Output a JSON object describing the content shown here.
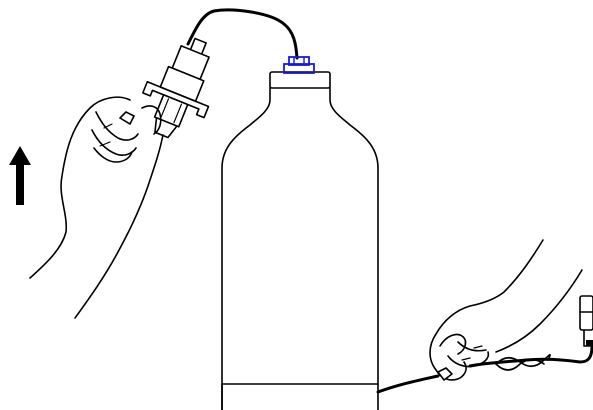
{
  "colors": {
    "ink": "#000000",
    "background": "#ffffff",
    "cap_highlight": "#1a1ad6"
  },
  "icons": {
    "direction_arrow": "arrow-up-icon"
  },
  "figure": {
    "elements": [
      "up-arrow",
      "hand-holding-connector",
      "quick-connect-fitting",
      "tube",
      "bottle",
      "bottle-cap",
      "hand-holding-cable",
      "power-adapter"
    ]
  }
}
